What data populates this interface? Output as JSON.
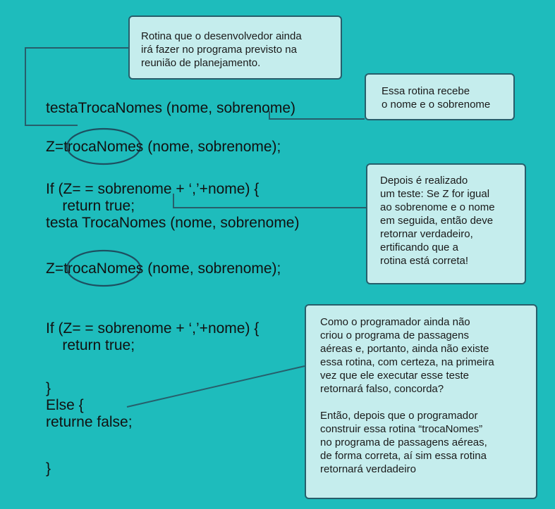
{
  "callouts": {
    "top": "Rotina que o desenvolvedor ainda\nirá fazer no programa previsto na\nreunião de planejamento.",
    "params": "Essa rotina recebe\no nome e o sobrenome",
    "test": "Depois é realizado\num teste: Se Z for igual\nao sobrenome e o nome\nem seguida, então deve\nretornar verdadeiro,\nertificando que a\nrotina está correta!",
    "explain_1": "Como o programador ainda não\ncriou o programa de passagens\naéreas e, portanto, ainda não existe\nessa rotina, com certeza, na primeira\nvez que ele executar esse teste\nretornará falso, concorda?",
    "explain_2": "Então, depois que o programador\nconstruir essa rotina “trocaNomes”\nno programa de passagens aéreas,\nde forma correta, aí sim essa rotina\nretornará verdadeiro"
  },
  "code": {
    "line_1": "testaTrocaNomes (nome, sobrenome)",
    "line_2_prefix": "Z=",
    "line_2_call": "trocaNomes",
    "line_2_args": "(nome, sobrenome);",
    "block_1": "If (Z= = sobrenome + ‘,’+nome) {\n    return true;\ntesta TrocaNomes (nome, sobrenome)",
    "line_3_prefix": "Z=",
    "line_3_call": "trocaNomes",
    "line_3_args": "(nome, sobrenome);",
    "block_2": "If (Z= = sobrenome + ‘,’+nome) {\n    return true;",
    "block_3": "}\nElse {\nreturne false;",
    "block_4": "}"
  },
  "colors": {
    "background": "#1ebcbc",
    "callout_fill": "#c5eded",
    "callout_border": "#275e6b",
    "connector": "#275e6b",
    "text": "#111111"
  }
}
